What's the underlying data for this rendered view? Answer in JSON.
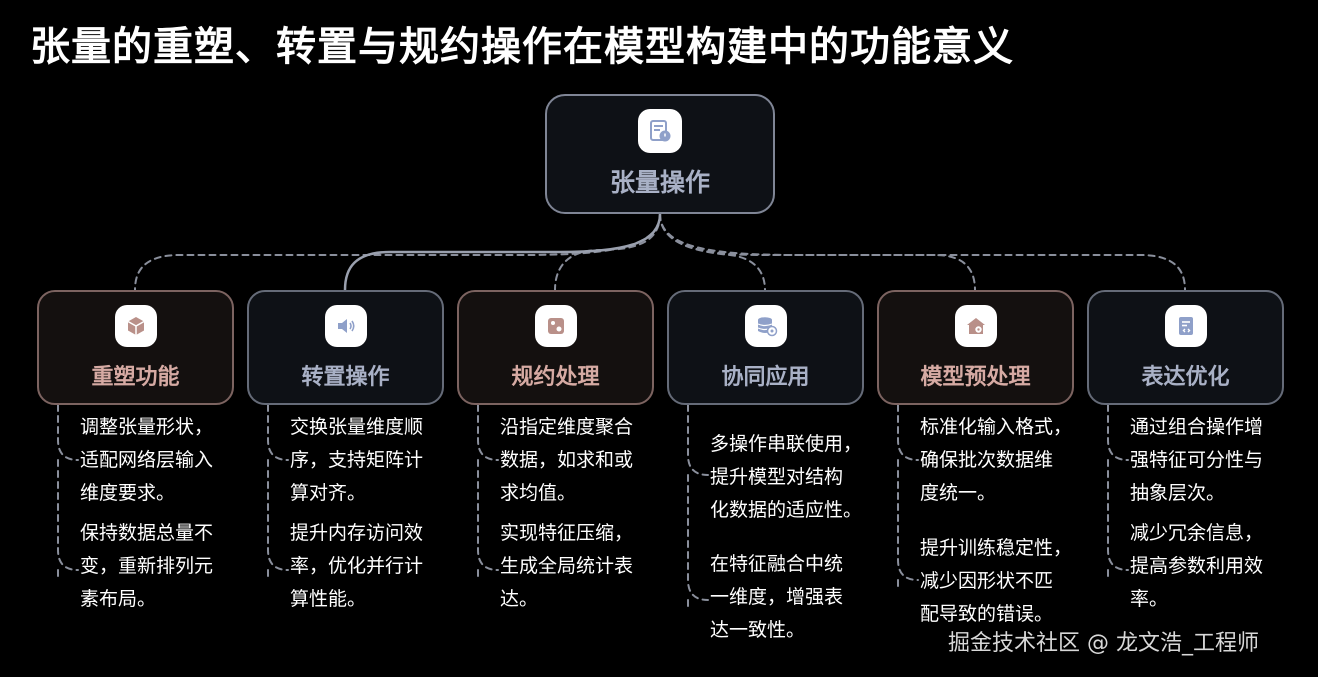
{
  "title": "张量的重塑、转置与规约操作在模型构建中的功能意义",
  "root": {
    "label": "张量操作",
    "icon": "document-clock-icon"
  },
  "nodes": [
    {
      "label": "重塑功能",
      "icon": "cube-icon",
      "desc": [
        [
          "调整张量形状，",
          "适配网络层输入",
          "维度要求。"
        ],
        [
          "保持数据总量不",
          "变，重新排列元",
          "素布局。"
        ]
      ]
    },
    {
      "label": "转置操作",
      "icon": "speaker-icon",
      "desc": [
        [
          "交换张量维度顺",
          "序，支持矩阵计",
          "算对齐。"
        ],
        [
          "提升内存访问效",
          "率，优化并行计",
          "算性能。"
        ]
      ]
    },
    {
      "label": "规约处理",
      "icon": "image-dots-icon",
      "desc": [
        [
          "沿指定维度聚合",
          "数据，如求和或",
          "求均值。"
        ],
        [
          "实现特征压缩，",
          "生成全局统计表",
          "达。"
        ]
      ]
    },
    {
      "label": "协同应用",
      "icon": "database-gear-icon",
      "desc": [
        [
          "多操作串联使用，",
          "提升模型对结构",
          "化数据的适应性。"
        ],
        [
          "在特征融合中统",
          "一维度，增强表",
          "达一致性。"
        ]
      ]
    },
    {
      "label": "模型预处理",
      "icon": "home-gear-icon",
      "desc": [
        [
          "标准化输入格式，",
          "确保批次数据维",
          "度统一。"
        ],
        [
          "提升训练稳定性，",
          "减少因形状不匹",
          "配导致的错误。"
        ]
      ]
    },
    {
      "label": "表达优化",
      "icon": "document-code-icon",
      "desc": [
        [
          "通过组合操作增",
          "强特征可分性与",
          "抽象层次。"
        ],
        [
          "减少冗余信息，",
          "提高参数利用效",
          "率。"
        ]
      ]
    }
  ],
  "watermark": "掘金技术社区 @ 龙文浩_工程师",
  "colors": {
    "background": "#000000",
    "node_cool_label": "#a9b1c6",
    "node_warm_label": "#d6aaa3",
    "icon_blue": "#8fa0c9",
    "icon_rose": "#b99089",
    "connector": "#8a8f9c"
  }
}
